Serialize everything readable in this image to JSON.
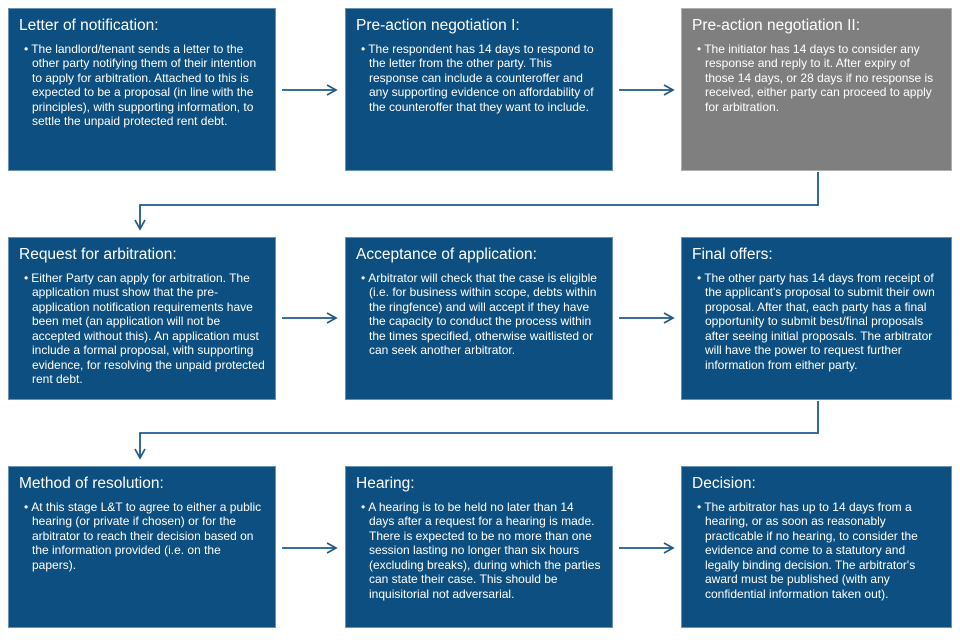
{
  "bullet": "•",
  "colors": {
    "box_blue": "#0d4f80",
    "box_gray": "#7f7f7f",
    "text": "#ffffff",
    "connector_blue": "#1e5a89",
    "background": "#ffffff"
  },
  "diagram": {
    "type": "flowchart",
    "rows": 3,
    "cols": 3,
    "flow": "left-to-right per row, elbow connector from end of each row down to start of next row"
  },
  "boxes": [
    {
      "id": "letter-of-notification",
      "variant": "blue",
      "title": "Letter of notification:",
      "body": "The landlord/tenant sends a letter to the other party notifying them of their intention to apply for arbitration. Attached to this is expected to be a proposal (in line with the principles), with supporting information, to settle the unpaid protected rent debt."
    },
    {
      "id": "pre-action-negotiation-1",
      "variant": "blue",
      "title": "Pre-action negotiation I:",
      "body": "The respondent has 14 days to respond to the letter from the other party. This response can include a counteroffer and any supporting evidence on affordability of the counteroffer that they want to include."
    },
    {
      "id": "pre-action-negotiation-2",
      "variant": "gray",
      "title": "Pre-action negotiation II:",
      "body": "The initiator has 14 days to consider any response and reply to it. After expiry of those 14 days, or 28 days if no response is received, either party can proceed to apply for arbitration."
    },
    {
      "id": "request-for-arbitration",
      "variant": "blue",
      "title": "Request for arbitration:",
      "body": "Either Party can apply for arbitration. The application must show that the pre-application notification requirements have been met (an application will not be accepted without this). An application must include a formal proposal, with supporting evidence, for resolving the unpaid protected rent debt."
    },
    {
      "id": "acceptance-of-application",
      "variant": "blue",
      "title": "Acceptance of application:",
      "body": "Arbitrator will check that the case is eligible (i.e. for business within scope, debts within the ringfence) and will accept if they have the capacity to conduct the process within the times specified, otherwise waitlisted or can seek another arbitrator."
    },
    {
      "id": "final-offers",
      "variant": "blue",
      "title": "Final offers:",
      "body": "The other party has 14 days from receipt of the applicant's proposal to submit their own proposal. After that, each party has a final opportunity to submit best/final proposals after seeing initial proposals. The arbitrator will have the power to request further information from either party."
    },
    {
      "id": "method-of-resolution",
      "variant": "blue",
      "title": "Method of resolution:",
      "body": "At this stage L&T to agree to either a public hearing (or private if chosen) or for the arbitrator to reach their decision based on the information provided (i.e. on the papers)."
    },
    {
      "id": "hearing",
      "variant": "blue",
      "title": "Hearing:",
      "body": "A hearing is to be held no later than 14 days after a request for a hearing is made. There is expected to be no more than one session lasting no longer than six hours (excluding breaks), during which the parties can state their case. This should be inquisitorial not adversarial."
    },
    {
      "id": "decision",
      "variant": "blue",
      "title": "Decision:",
      "body": "The arbitrator has up to 14 days from a hearing, or as soon as reasonably practicable if no hearing, to consider the evidence and come to a statutory and legally binding decision. The arbitrator's award must be published (with any confidential information taken out)."
    }
  ]
}
